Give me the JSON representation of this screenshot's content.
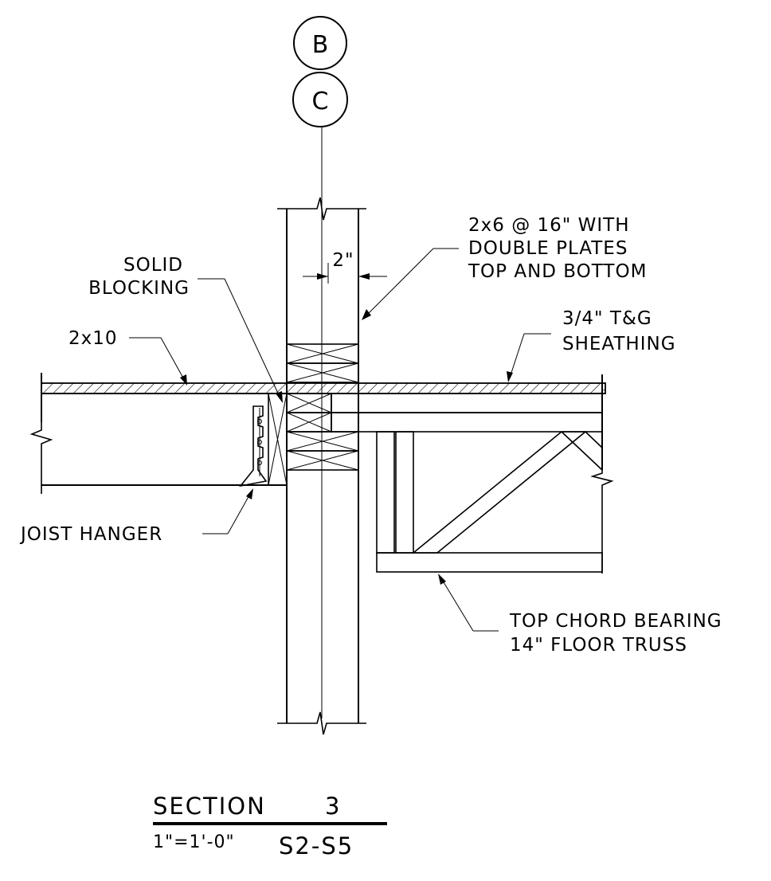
{
  "grid_bubbles": [
    "B",
    "C"
  ],
  "labels": {
    "stud_line1": "2x6 @ 16\" WITH",
    "stud_line2": "DOUBLE PLATES",
    "stud_line3": "TOP AND BOTTOM",
    "blocking_line1": "SOLID",
    "blocking_line2": "BLOCKING",
    "dimension": "2\"",
    "joist": "2x10",
    "sheathing_line1": "3/4\" T&G",
    "sheathing_line2": "SHEATHING",
    "hanger": "JOIST HANGER",
    "truss_line1": "TOP CHORD BEARING",
    "truss_line2": "14\" FLOOR TRUSS"
  },
  "title": {
    "section": "SECTION",
    "number": "3",
    "scale": "1\"=1'-0\"",
    "sheets": "S2-S5"
  }
}
